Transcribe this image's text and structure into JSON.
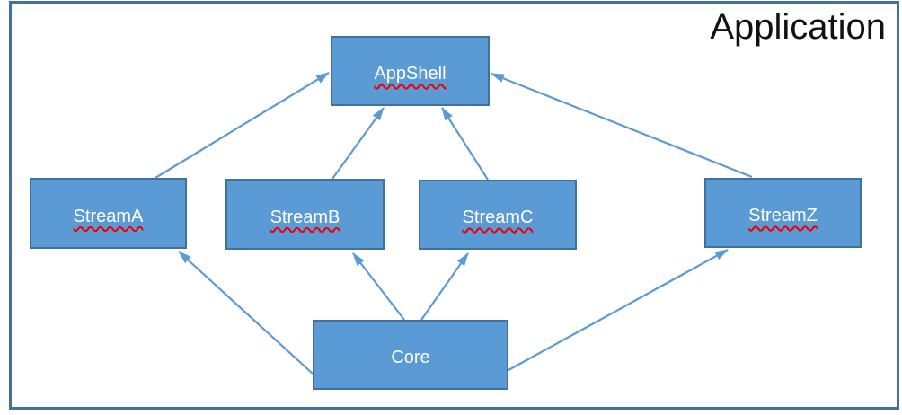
{
  "title": "Application",
  "colors": {
    "node_fill": "#5b9bd5",
    "node_border": "#41719c",
    "arrow": "#5b9bd5",
    "frame_border": "#41719c",
    "squiggle_underline": "#f00000",
    "node_text": "#ffffff",
    "title_text": "#111111"
  },
  "nodes": [
    {
      "id": "appshell",
      "label": "AppShell",
      "misspelled": true
    },
    {
      "id": "streama",
      "label": "StreamA",
      "misspelled": true
    },
    {
      "id": "streamb",
      "label": "StreamB",
      "misspelled": true
    },
    {
      "id": "streamc",
      "label": "StreamC",
      "misspelled": true
    },
    {
      "id": "streamz",
      "label": "StreamZ",
      "misspelled": true
    },
    {
      "id": "core",
      "label": "Core",
      "misspelled": false
    }
  ],
  "edges": [
    {
      "from": "streama",
      "to": "appshell"
    },
    {
      "from": "streamb",
      "to": "appshell"
    },
    {
      "from": "streamc",
      "to": "appshell"
    },
    {
      "from": "streamz",
      "to": "appshell"
    },
    {
      "from": "core",
      "to": "streama"
    },
    {
      "from": "core",
      "to": "streamb"
    },
    {
      "from": "core",
      "to": "streamc"
    },
    {
      "from": "core",
      "to": "streamz"
    }
  ]
}
